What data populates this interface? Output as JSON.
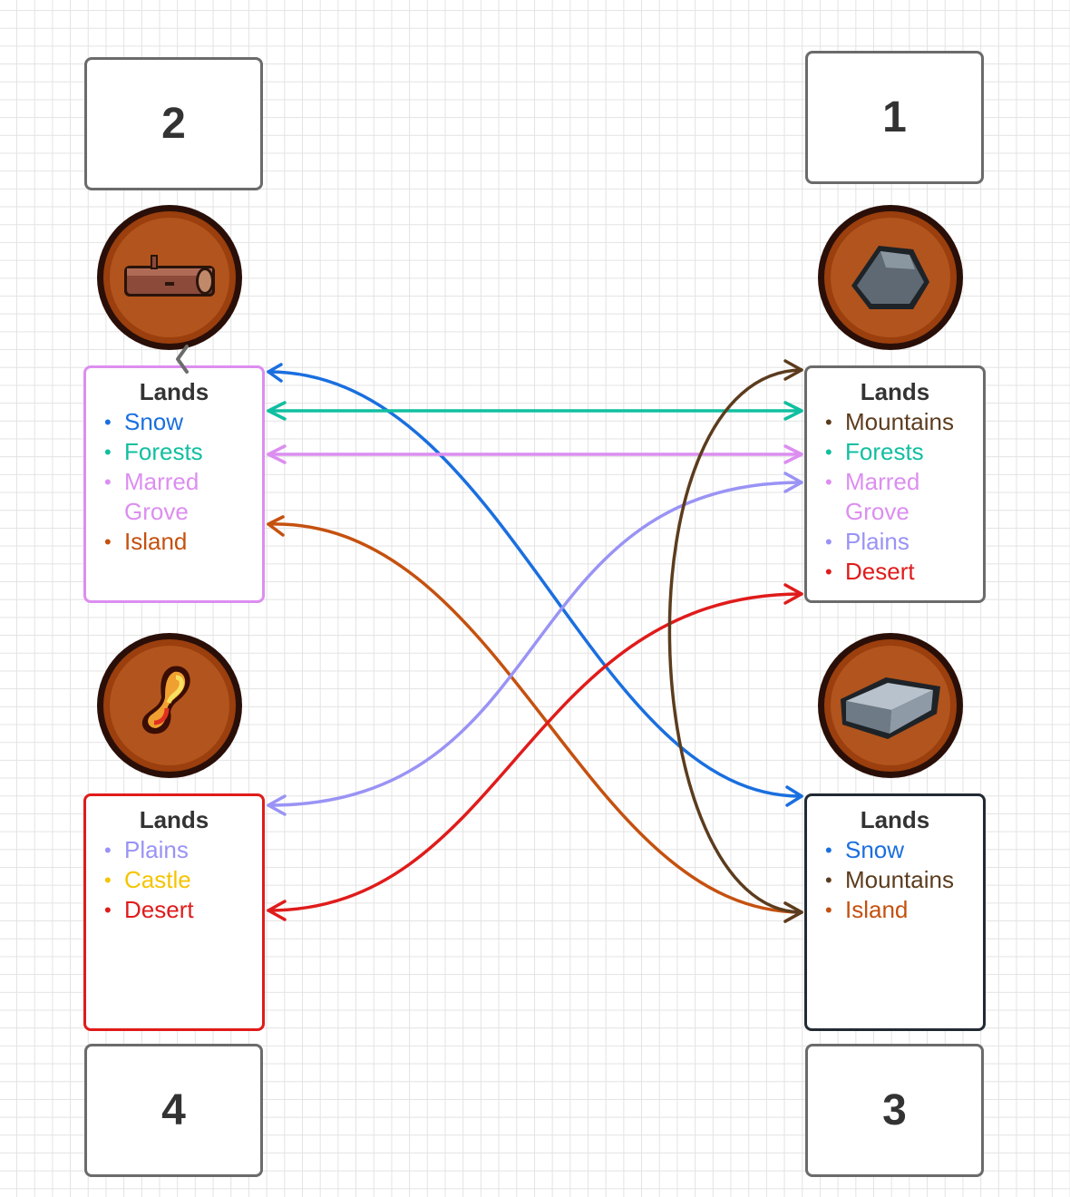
{
  "boxes": [
    {
      "id": "2",
      "label": "2"
    },
    {
      "id": "1",
      "label": "1"
    },
    {
      "id": "4",
      "label": "4"
    },
    {
      "id": "3",
      "label": "3"
    }
  ],
  "icons": {
    "top_left": "wood-log-icon",
    "top_right": "stone-icon",
    "bottom_left": "flame-ore-icon",
    "bottom_right": "iron-ingot-icon"
  },
  "cards": {
    "top_left": {
      "title": "Lands",
      "border": "#dc8ef0",
      "items": [
        {
          "label": "Snow",
          "color": "#1a6fdf"
        },
        {
          "label": "Forests",
          "color": "#11bfa0"
        },
        {
          "label": "Marred Grove",
          "color": "#dc8ef0"
        },
        {
          "label": "Island",
          "color": "#c5510f"
        }
      ]
    },
    "top_right": {
      "title": "Lands",
      "border": "#6b6b6b",
      "items": [
        {
          "label": "Mountains",
          "color": "#5c3c1e"
        },
        {
          "label": "Forests",
          "color": "#11bfa0"
        },
        {
          "label": "Marred Grove",
          "color": "#dc8ef0"
        },
        {
          "label": "Plains",
          "color": "#9a93f5"
        },
        {
          "label": "Desert",
          "color": "#e01b1b"
        }
      ]
    },
    "bottom_left": {
      "title": "Lands",
      "border": "#e01b1b",
      "items": [
        {
          "label": "Plains",
          "color": "#9a93f5"
        },
        {
          "label": "Castle",
          "color": "#f5c400"
        },
        {
          "label": "Desert",
          "color": "#e01b1b"
        }
      ]
    },
    "bottom_right": {
      "title": "Lands",
      "border": "#222a33",
      "items": [
        {
          "label": "Snow",
          "color": "#1a6fdf"
        },
        {
          "label": "Mountains",
          "color": "#5c3c1e"
        },
        {
          "label": "Island",
          "color": "#c5510f"
        }
      ]
    }
  },
  "connections": [
    {
      "land": "Snow",
      "from": "top_left",
      "to": "bottom_right",
      "color": "#1a6fdf"
    },
    {
      "land": "Forests",
      "from": "top_left",
      "to": "top_right",
      "color": "#11bfa0"
    },
    {
      "land": "Marred Grove",
      "from": "top_left",
      "to": "top_right",
      "color": "#dc8ef0"
    },
    {
      "land": "Island",
      "from": "top_left",
      "to": "bottom_right",
      "color": "#c5510f"
    },
    {
      "land": "Plains",
      "from": "top_right",
      "to": "bottom_left",
      "color": "#9a93f5"
    },
    {
      "land": "Desert",
      "from": "top_right",
      "to": "bottom_left",
      "color": "#e01b1b"
    },
    {
      "land": "Mountains",
      "from": "top_right",
      "to": "bottom_right",
      "color": "#5c3c1e"
    }
  ]
}
